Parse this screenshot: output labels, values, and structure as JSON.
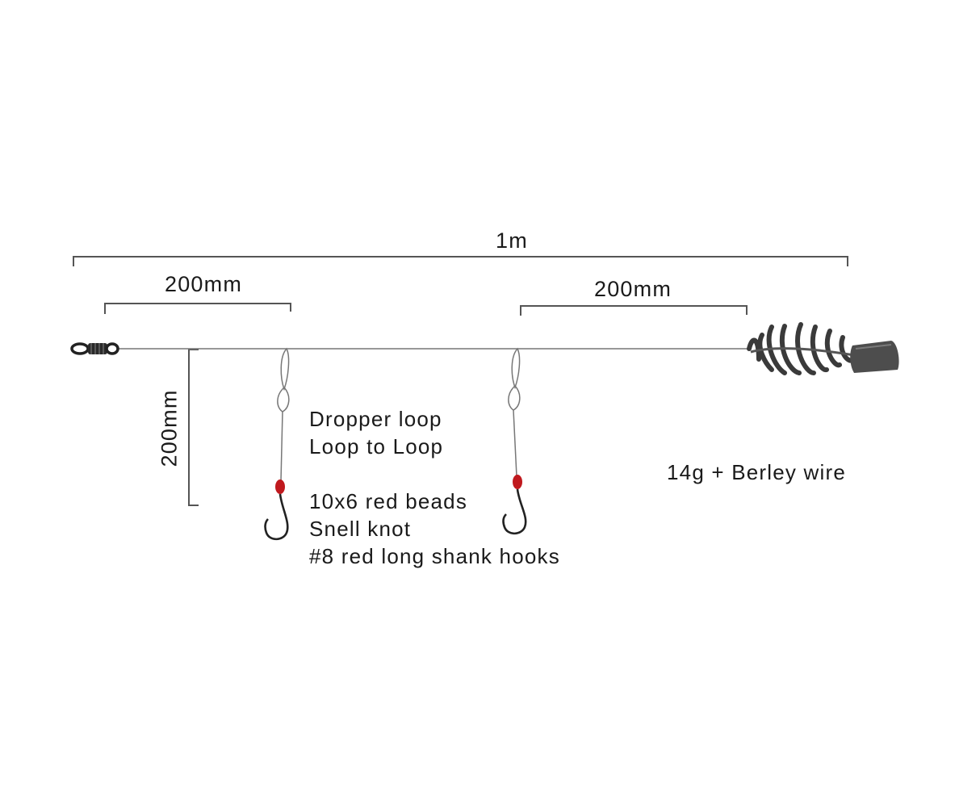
{
  "dimensions": {
    "total_length": "1m",
    "first_dropper_offset": "200mm",
    "last_dropper_offset": "200mm",
    "dropper_length": "200mm"
  },
  "notes": {
    "rig_lines_1": [
      "Dropper loop",
      "Loop to Loop"
    ],
    "rig_lines_2": [
      "10x6 red beads",
      "Snell knot",
      "#8 red long shank hooks"
    ],
    "sinker": "14g + Berley wire"
  },
  "colors": {
    "line": "#555555",
    "bead": "#c0191e",
    "text": "#1a1a1a"
  }
}
